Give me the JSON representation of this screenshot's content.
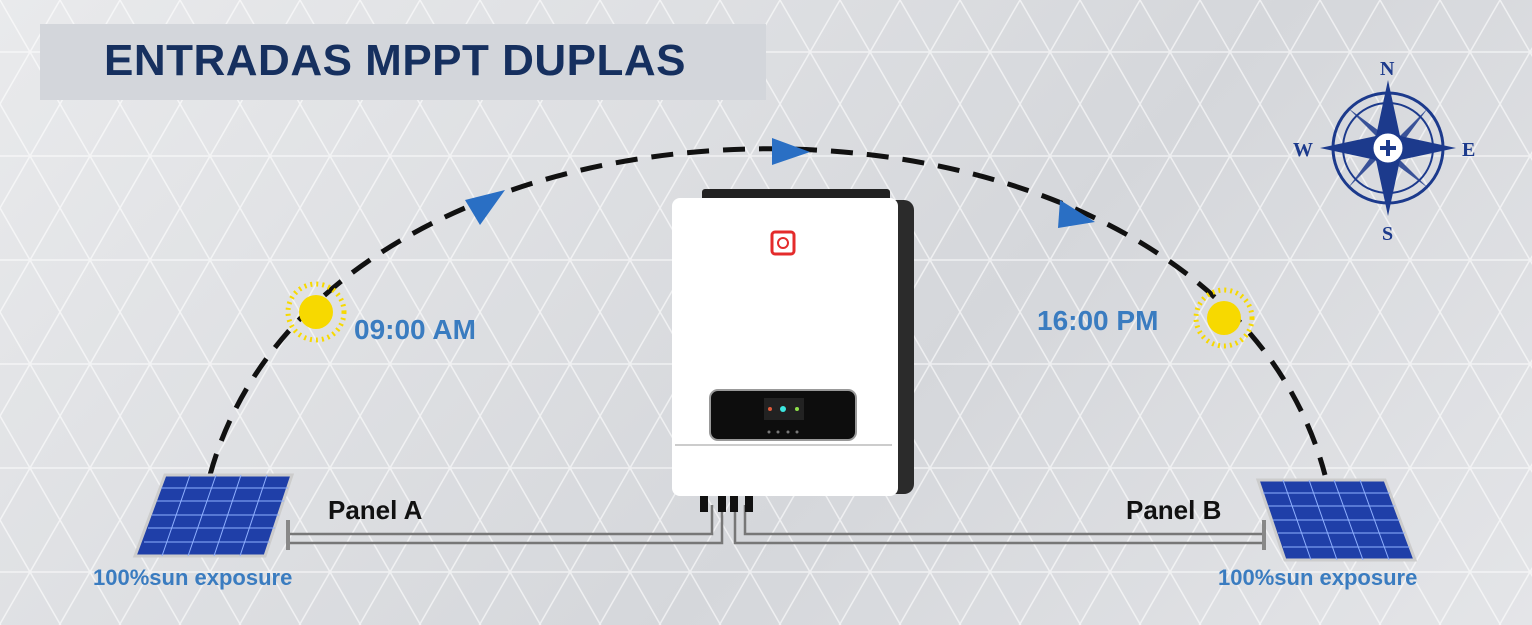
{
  "title": "ENTRADAS MPPT DUPLAS",
  "times": {
    "morning": "09:00 AM",
    "afternoon": "16:00 PM"
  },
  "panels": {
    "a": "Panel A",
    "b": "Panel B"
  },
  "exposure": {
    "a": "100%sun exposure",
    "b": "100%sun exposure"
  },
  "compass": {
    "n": "N",
    "s": "S",
    "e": "E",
    "w": "W"
  },
  "colors": {
    "title": "#16305f",
    "accent": "#3a7cc0",
    "sun": "#f7d900",
    "arrow": "#2a6fc4"
  }
}
